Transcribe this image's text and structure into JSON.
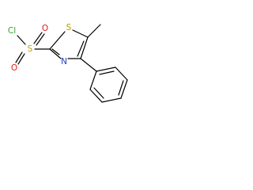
{
  "molecule": {
    "atoms": {
      "chlorine": "Cl",
      "sulfonyl_sulfur": "S",
      "oxygen_top": "O",
      "oxygen_bottom": "O",
      "ring_sulfur": "S",
      "ring_nitrogen": "N"
    },
    "colors": {
      "carbon_bond": "#000000",
      "chlorine": "#33a02c",
      "sulfur": "#b8a000",
      "oxygen": "#e31a1c",
      "nitrogen": "#1f3fbf"
    }
  }
}
